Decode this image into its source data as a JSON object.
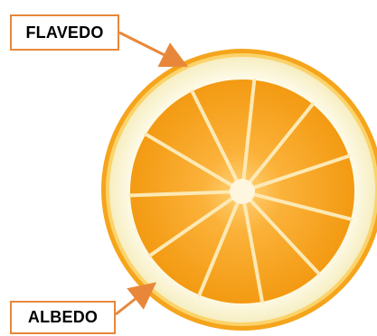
{
  "labels": {
    "flavedo": "FLAVEDO",
    "albedo": "ALBEDO"
  },
  "colors": {
    "label_border": "#e8873a",
    "arrow": "#e8873a",
    "peel_outer": "#f5a41c",
    "albedo": "#fbf6dc",
    "pulp": "#f7a21e",
    "membrane": "#fde9b5"
  },
  "segment_count": 11
}
